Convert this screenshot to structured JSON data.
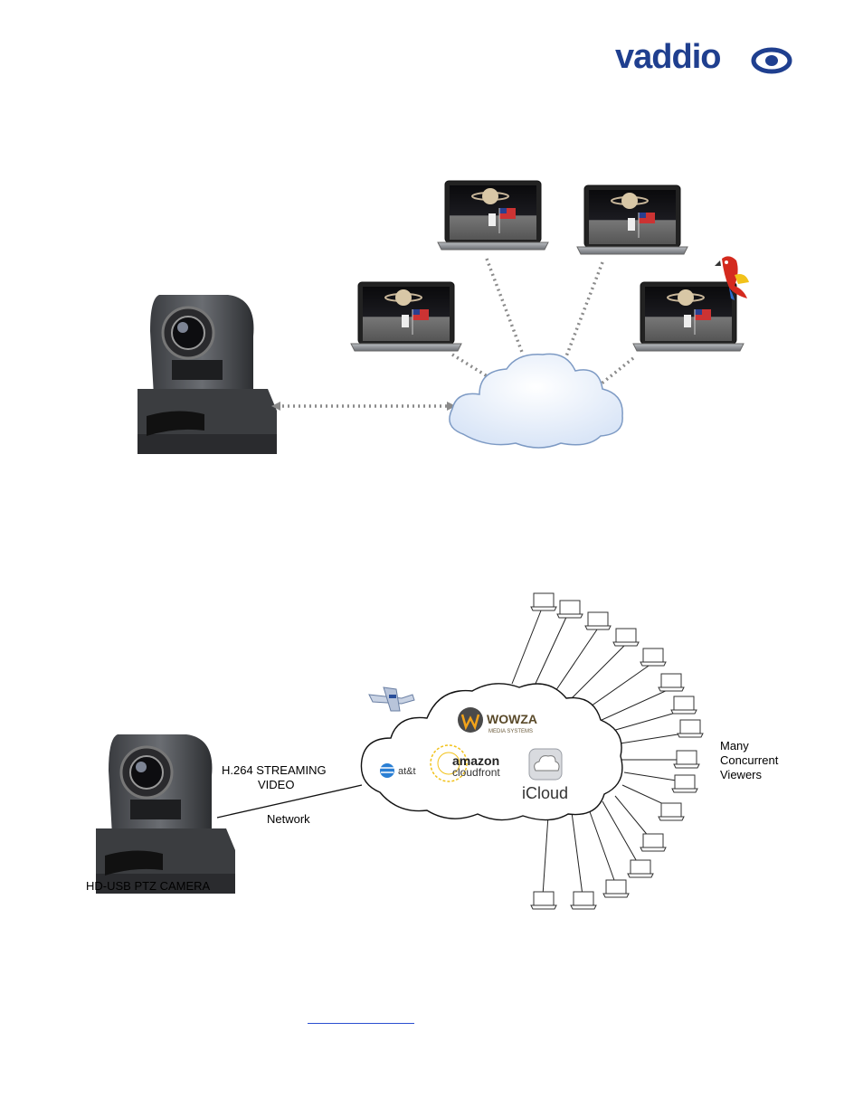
{
  "brand": {
    "logo_text": "vaddio"
  },
  "diagram1": {
    "camera": {
      "name": "ptz-camera"
    }
  },
  "diagram2": {
    "stream_label_line1": "H.264 STREAMING",
    "stream_label_line2": "VIDEO",
    "network_label": "Network",
    "camera_label": "HD-USB PTZ CAMERA",
    "viewers_line1": "Many",
    "viewers_line2": "Concurrent",
    "viewers_line3": "Viewers",
    "providers": {
      "att": "at&t",
      "wowza": "WOWZA",
      "wowza_sub": "MEDIA SYSTEMS",
      "amazon": "amazon",
      "cloudfront": "cloudfront",
      "icloud": "iCloud"
    }
  },
  "colors": {
    "brand": "#1f3f8f",
    "link": "#2a4fd0",
    "cloud_fill": "#e8f0fb",
    "cloud_stroke": "#7d9ac4"
  }
}
